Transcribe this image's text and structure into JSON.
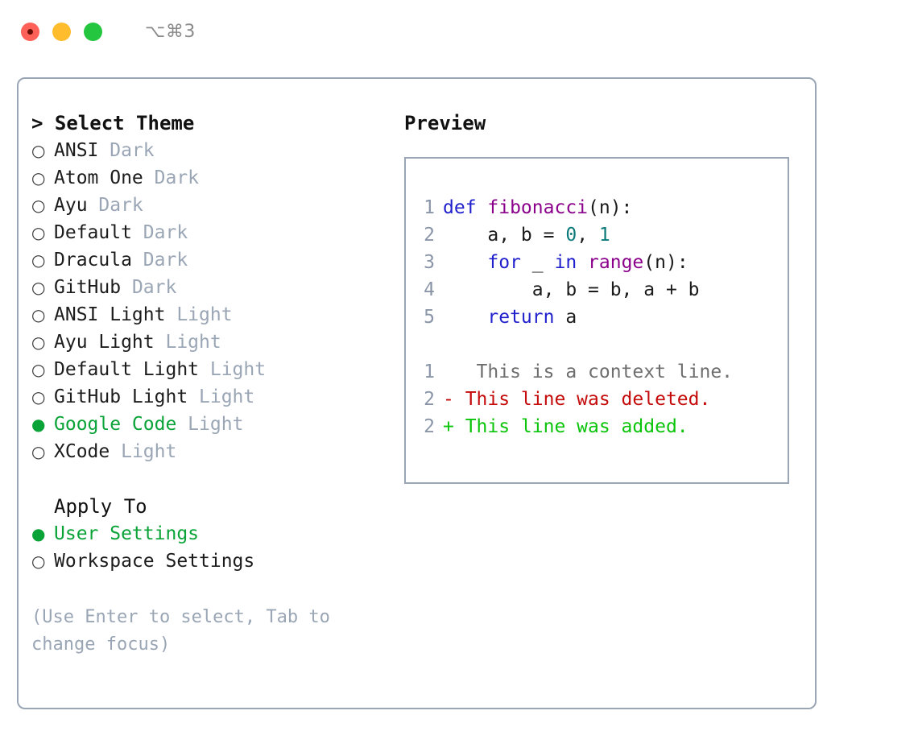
{
  "window": {
    "title": "⌥⌘3",
    "traffic_lights": [
      "close",
      "minimize",
      "maximize"
    ],
    "colors": {
      "close": "#ff6159",
      "minimize": "#ffbd2e",
      "maximize": "#25c63f",
      "border": "#9aa6b5",
      "accent_green": "#0aa338",
      "muted": "#9aa6b5"
    }
  },
  "theme_picker": {
    "header": "> Select Theme",
    "marker_selected": "●",
    "marker_unselected": "○",
    "items": [
      {
        "label": "ANSI",
        "suffix": "Dark",
        "selected": false
      },
      {
        "label": "Atom One",
        "suffix": "Dark",
        "selected": false
      },
      {
        "label": "Ayu",
        "suffix": "Dark",
        "selected": false
      },
      {
        "label": "Default",
        "suffix": "Dark",
        "selected": false
      },
      {
        "label": "Dracula",
        "suffix": "Dark",
        "selected": false
      },
      {
        "label": "GitHub",
        "suffix": "Dark",
        "selected": false
      },
      {
        "label": "ANSI Light",
        "suffix": "Light",
        "selected": false
      },
      {
        "label": "Ayu Light",
        "suffix": "Light",
        "selected": false
      },
      {
        "label": "Default Light",
        "suffix": "Light",
        "selected": false
      },
      {
        "label": "GitHub Light",
        "suffix": "Light",
        "selected": false
      },
      {
        "label": "Google Code",
        "suffix": "Light",
        "selected": true
      },
      {
        "label": "XCode",
        "suffix": "Light",
        "selected": false
      }
    ]
  },
  "apply_to": {
    "header": "Apply To",
    "items": [
      {
        "label": "User Settings",
        "selected": true
      },
      {
        "label": "Workspace Settings",
        "selected": false
      }
    ]
  },
  "hint": "(Use Enter to select, Tab to change focus)",
  "preview": {
    "title": "Preview",
    "code_lines": [
      {
        "num": "1",
        "segments": [
          {
            "text": "def ",
            "kind": "kw"
          },
          {
            "text": "fibonacci",
            "kind": "fn"
          },
          {
            "text": "(n):",
            "kind": "plain"
          }
        ]
      },
      {
        "num": "2",
        "segments": [
          {
            "text": "    a, b = ",
            "kind": "plain"
          },
          {
            "text": "0",
            "kind": "num"
          },
          {
            "text": ", ",
            "kind": "plain"
          },
          {
            "text": "1",
            "kind": "num"
          }
        ]
      },
      {
        "num": "3",
        "segments": [
          {
            "text": "    for",
            "kind": "kw"
          },
          {
            "text": " _ ",
            "kind": "plain"
          },
          {
            "text": "in ",
            "kind": "kw"
          },
          {
            "text": "range",
            "kind": "fn"
          },
          {
            "text": "(n):",
            "kind": "plain"
          }
        ]
      },
      {
        "num": "4",
        "segments": [
          {
            "text": "        a, b = b, a + b",
            "kind": "plain"
          }
        ]
      },
      {
        "num": "5",
        "segments": [
          {
            "text": "    return",
            "kind": "kw"
          },
          {
            "text": " a",
            "kind": "plain"
          }
        ]
      }
    ],
    "diff_lines": [
      {
        "num": "1",
        "marker": " ",
        "text": "  This is a context line.",
        "kind": "ctx"
      },
      {
        "num": "2",
        "marker": "-",
        "text": " This line was deleted.",
        "kind": "del"
      },
      {
        "num": "2",
        "marker": "+",
        "text": " This line was added.",
        "kind": "add"
      }
    ]
  }
}
